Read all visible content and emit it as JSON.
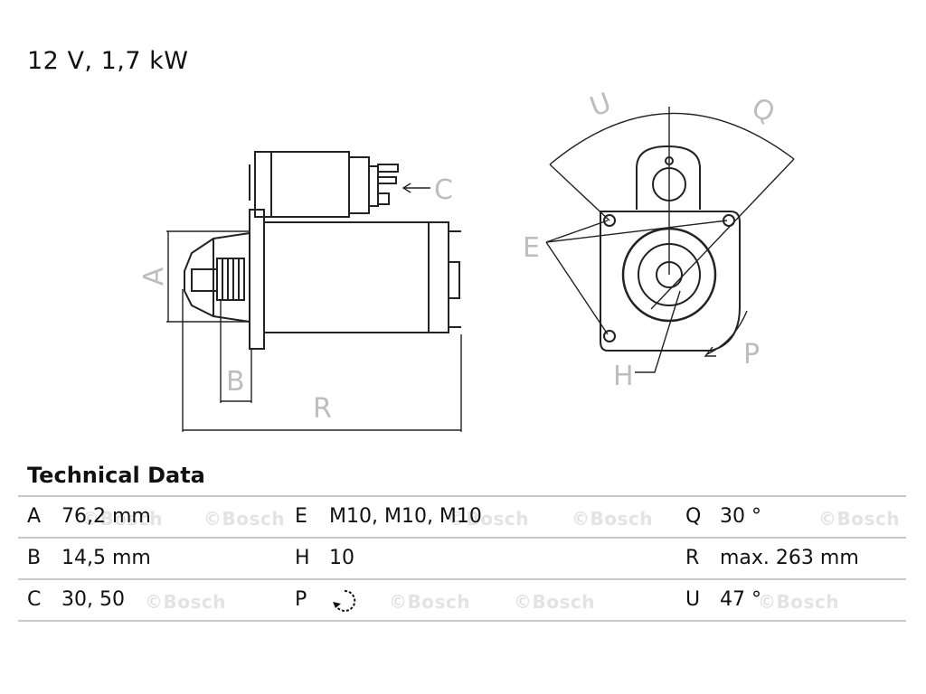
{
  "headline": "12 V, 1,7 kW",
  "section_title": "Technical Data",
  "watermark": "©Bosch",
  "diagram": {
    "labels": {
      "A": "A",
      "B": "B",
      "C": "C",
      "R": "R",
      "U": "U",
      "Q": "Q",
      "E": "E",
      "H": "H",
      "P": "P"
    },
    "rotation_icon": "clockwise-rotation-icon"
  },
  "specs": [
    [
      {
        "key": "A",
        "value": "76,2 mm"
      },
      {
        "key": "E",
        "value": "M10, M10, M10"
      },
      {
        "key": "Q",
        "value": "30 °"
      }
    ],
    [
      {
        "key": "B",
        "value": "14,5 mm"
      },
      {
        "key": "H",
        "value": "10"
      },
      {
        "key": "R",
        "value": "max. 263 mm"
      }
    ],
    [
      {
        "key": "C",
        "value": "30, 50"
      },
      {
        "key": "P",
        "value": ""
      },
      {
        "key": "U",
        "value": "47 °"
      }
    ]
  ]
}
